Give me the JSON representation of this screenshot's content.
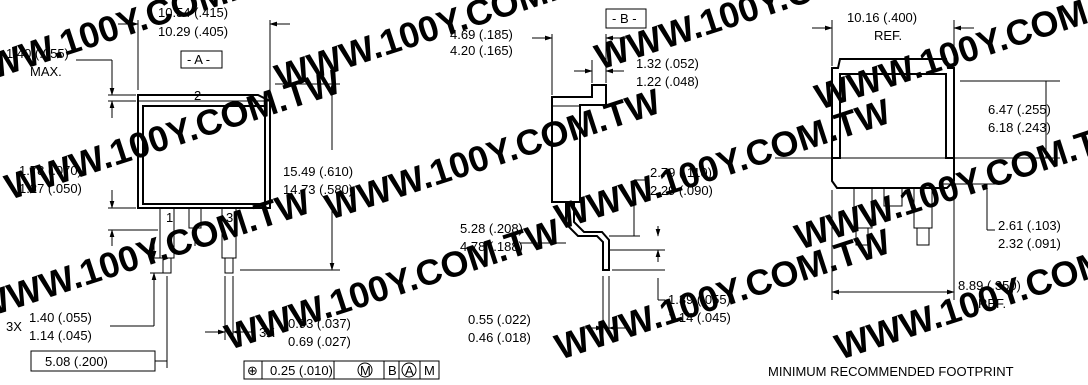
{
  "watermark": "WWW.100Y.COM.TW",
  "front_view": {
    "width_max": "10.54 (.415)",
    "width_min": "10.29 (.405)",
    "tab_max_value": "1.40 (.055)",
    "tab_max_label": "MAX.",
    "datum_a": "- A -",
    "pin2_label": "2",
    "pin1_label": "1",
    "pin3_label": "3",
    "height_max": "15.49 (.610)",
    "height_min": "14.73 (.580)",
    "shoulder_max": "1.78 (.070)",
    "shoulder_min": "1.27 (.050)",
    "lead_count_1": "3X",
    "lead_len_max": "1.40 (.055)",
    "lead_len_min": "1.14 (.045)",
    "lead_count_2": "3X",
    "lead_w_max": "0.93 (.037)",
    "lead_w_min": "0.69 (.027)",
    "pitch": "5.08 (.200)",
    "tolerance": {
      "symbol": "⊕",
      "value": "0.25 (.010)",
      "mod": "M",
      "datum_b": "B",
      "datum_a": "A",
      "mod2": "M"
    }
  },
  "side_view": {
    "thick_max": "4.69 (.185)",
    "thick_min": "4.20 (.165)",
    "datum_b": "- B -",
    "tab_t_max": "1.32 (.052)",
    "tab_t_min": "1.22 (.048)",
    "offset_max": "2.79 (.110)",
    "offset_min": "2.29 (.090)",
    "standoff_max": "5.28 (.208)",
    "standoff_min": "4.78 (.188)",
    "lead_t_max": "0.55 (.022)",
    "lead_t_min": "0.46 (.018)",
    "foot_max": "1.39 (.055)",
    "foot_min": "1.14 (.045)"
  },
  "footprint": {
    "width": "10.16 (.400)",
    "width_ref": "REF.",
    "pad_h_max": "6.47 (.255)",
    "pad_h_min": "6.18 (.243)",
    "gap_max": "2.61 (.103)",
    "gap_min": "2.32 (.091)",
    "span": "8.89 (.350)",
    "span_ref": "REF.",
    "caption": "MINIMUM RECOMMENDED FOOTPRINT"
  }
}
